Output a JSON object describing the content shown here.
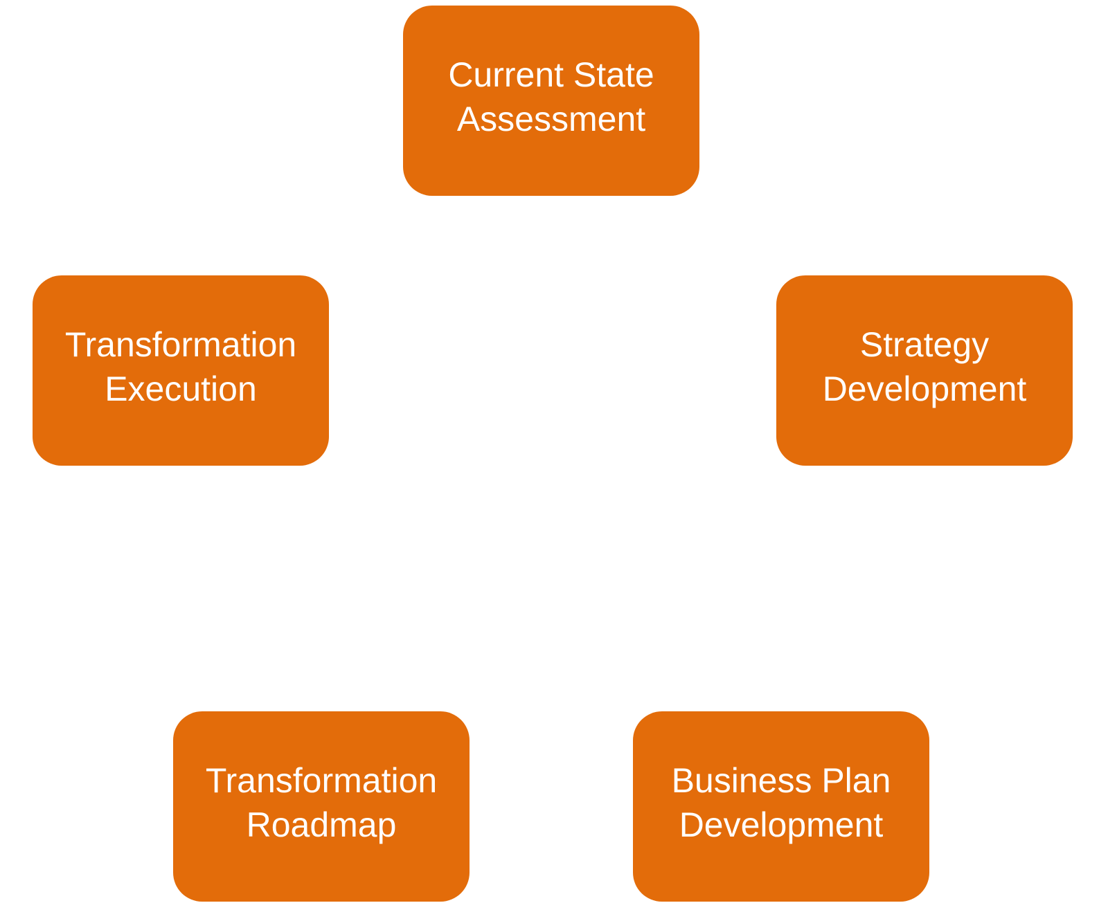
{
  "colors": {
    "node_fill": "#e36c0a",
    "node_text": "#ffffff",
    "background": "#ffffff"
  },
  "nodes": [
    {
      "lines": [
        "Current State",
        "Assessment"
      ]
    },
    {
      "lines": [
        "Strategy",
        "Development"
      ]
    },
    {
      "lines": [
        "Business Plan",
        "Development"
      ]
    },
    {
      "lines": [
        "Transformation",
        "Roadmap"
      ]
    },
    {
      "lines": [
        "Transformation",
        "Execution"
      ]
    }
  ]
}
